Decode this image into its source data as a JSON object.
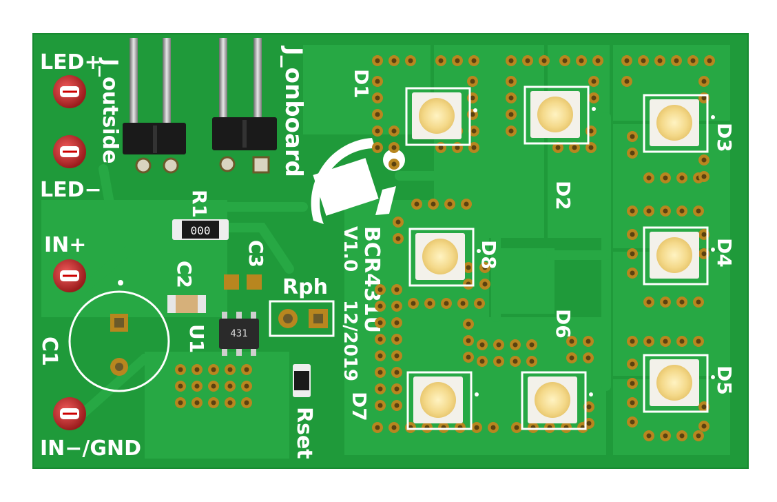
{
  "board": {
    "pcb_color": "#1f9a3a",
    "copper_color": "#27a844",
    "silk_color": "#ffffff",
    "pad_color": "#b8861f",
    "part_name": "BCR431U",
    "version": "V1.0",
    "date": "12/2019"
  },
  "connectors": {
    "led_plus": "LED+",
    "led_minus": "LED−",
    "in_plus": "IN+",
    "in_minus_gnd": "IN−/GND",
    "j_outside": "J_outside",
    "j_onboard": "J_onboard"
  },
  "components": {
    "r1": "R1",
    "r1_marking": "000",
    "c1": "C1",
    "c2": "C2",
    "c3": "C3",
    "u1": "U1",
    "u1_marking": "431",
    "rph": "Rph",
    "rset": "Rset"
  },
  "leds": {
    "d1": "D1",
    "d2": "D2",
    "d3": "D3",
    "d4": "D4",
    "d5": "D5",
    "d6": "D6",
    "d7": "D7",
    "d8": "D8"
  }
}
